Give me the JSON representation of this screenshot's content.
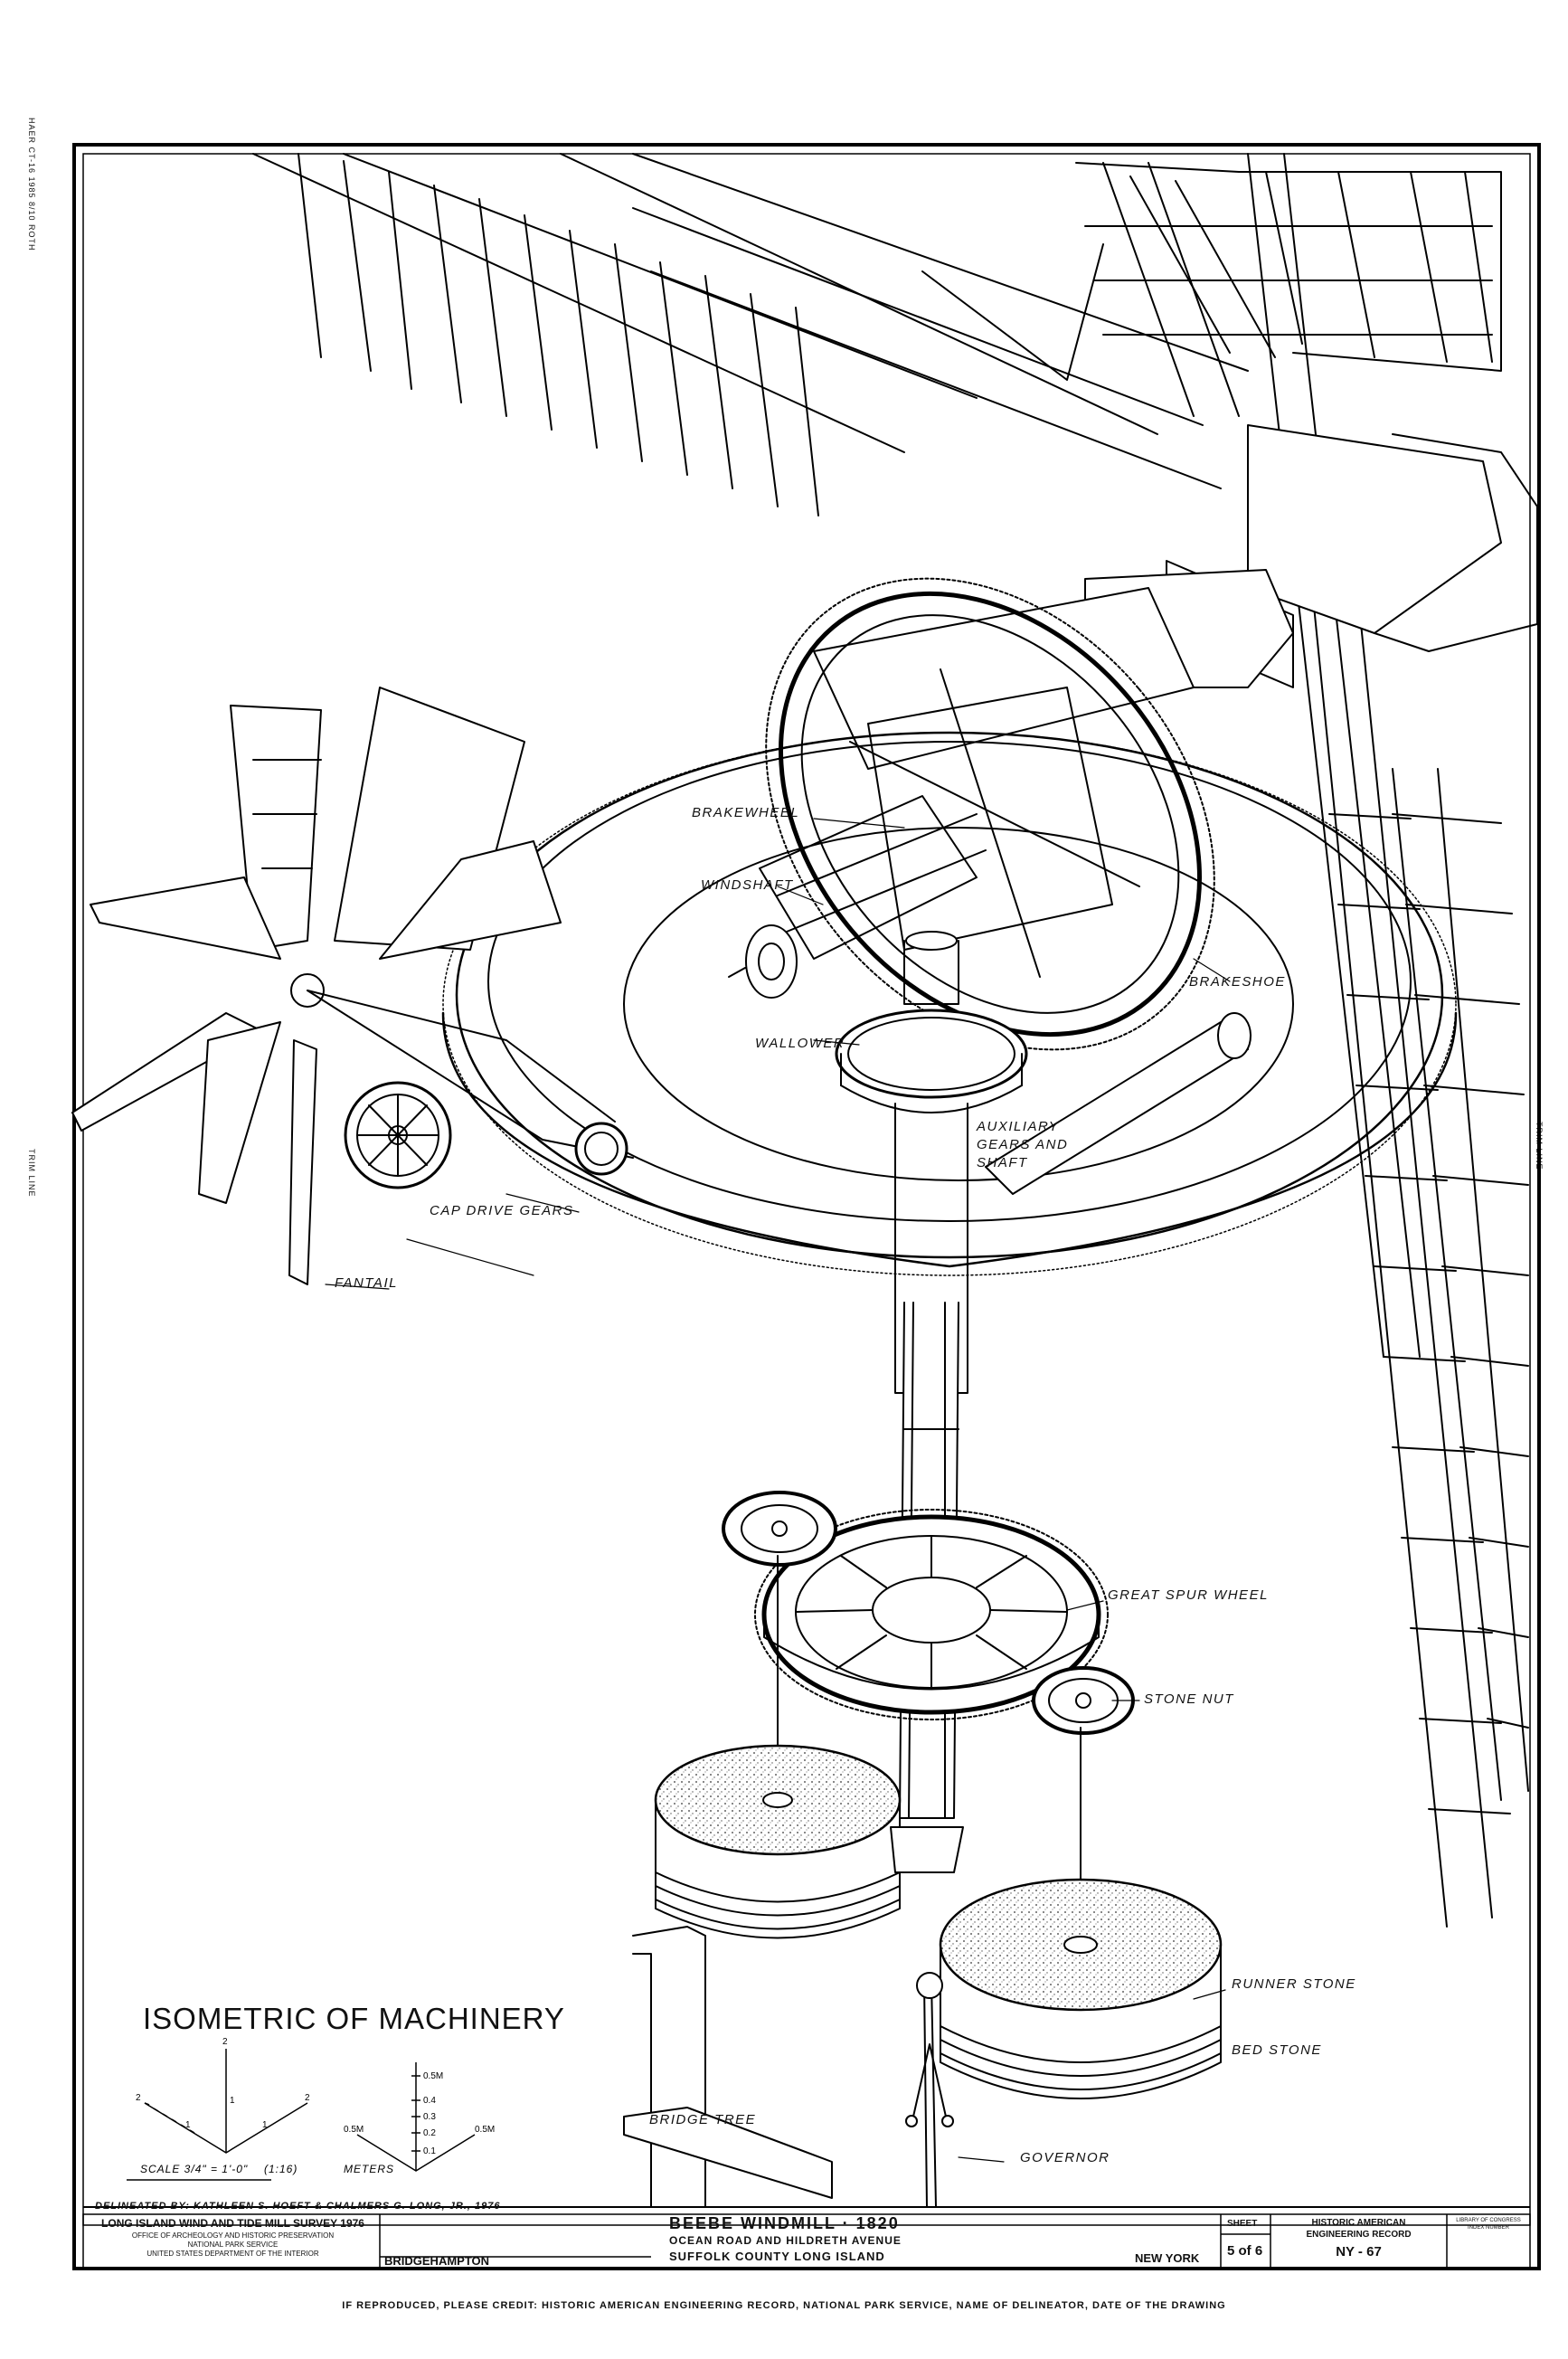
{
  "side": {
    "top_left_stamp": "HAER CT-16 1985 8/10 ROTH",
    "trim_left": "TRIM LINE",
    "trim_right": "TRIM LINE"
  },
  "labels": {
    "brakewheel": "BRAKEWHEEL",
    "windshaft": "WINDSHAFT",
    "brakeshoe": "BRAKESHOE",
    "wallower": "WALLOWER",
    "auxiliary": "AUXILIARY",
    "gears_and": "GEARS AND",
    "shaft": "SHAFT",
    "cap_drive_gears": "CAP DRIVE GEARS",
    "fantail": "FANTAIL",
    "great_spur_wheel": "GREAT SPUR WHEEL",
    "stone_nut": "STONE NUT",
    "runner_stone": "RUNNER STONE",
    "bed_stone": "BED STONE",
    "bridge_tree": "BRIDGE TREE",
    "governor": "GOVERNOR"
  },
  "drawing_title": "ISOMETRIC OF MACHINERY",
  "scale": {
    "left_label": "SCALE 3/4\" = 1'-0\"",
    "ratio": "(1:16)",
    "meters": "METERS",
    "ticks_axis": [
      "0.5M",
      "0.4",
      "0.3",
      "0.2",
      "0.1"
    ],
    "left_x": "0.5M",
    "right_x": "0.5M",
    "num2a": "2",
    "num2b": "2",
    "num2c": "2",
    "num1a": "1",
    "num1b": "1",
    "num1c": "1"
  },
  "delineated": "DELINEATED BY:   KATHLEEN S. HOEFT  &  CHALMERS G. LONG, JR., 1976",
  "title_block": {
    "survey": "LONG ISLAND WIND AND TIDE MILL SURVEY 1976",
    "office1": "OFFICE OF ARCHEOLOGY AND HISTORIC PRESERVATION",
    "office2": "NATIONAL PARK SERVICE",
    "office3": "UNITED STATES DEPARTMENT OF THE INTERIOR",
    "town": "BRIDGEHAMPTON",
    "name": "BEEBE  WINDMILL · 1820",
    "address1": "OCEAN ROAD   AND   HILDRETH  AVENUE",
    "address2": "SUFFOLK COUNTY    LONG ISLAND",
    "state": "NEW  YORK",
    "sheet_label": "SHEET",
    "sheet_no": "5 of 6",
    "record1": "HISTORIC AMERICAN",
    "record2": "ENGINEERING RECORD",
    "record_no": "NY - 67",
    "lib1": "LIBRARY OF CONGRESS",
    "lib2": "INDEX NUMBER"
  },
  "credit": "IF REPRODUCED, PLEASE CREDIT: HISTORIC AMERICAN ENGINEERING RECORD, NATIONAL PARK SERVICE, NAME OF DELINEATOR, DATE OF THE DRAWING"
}
